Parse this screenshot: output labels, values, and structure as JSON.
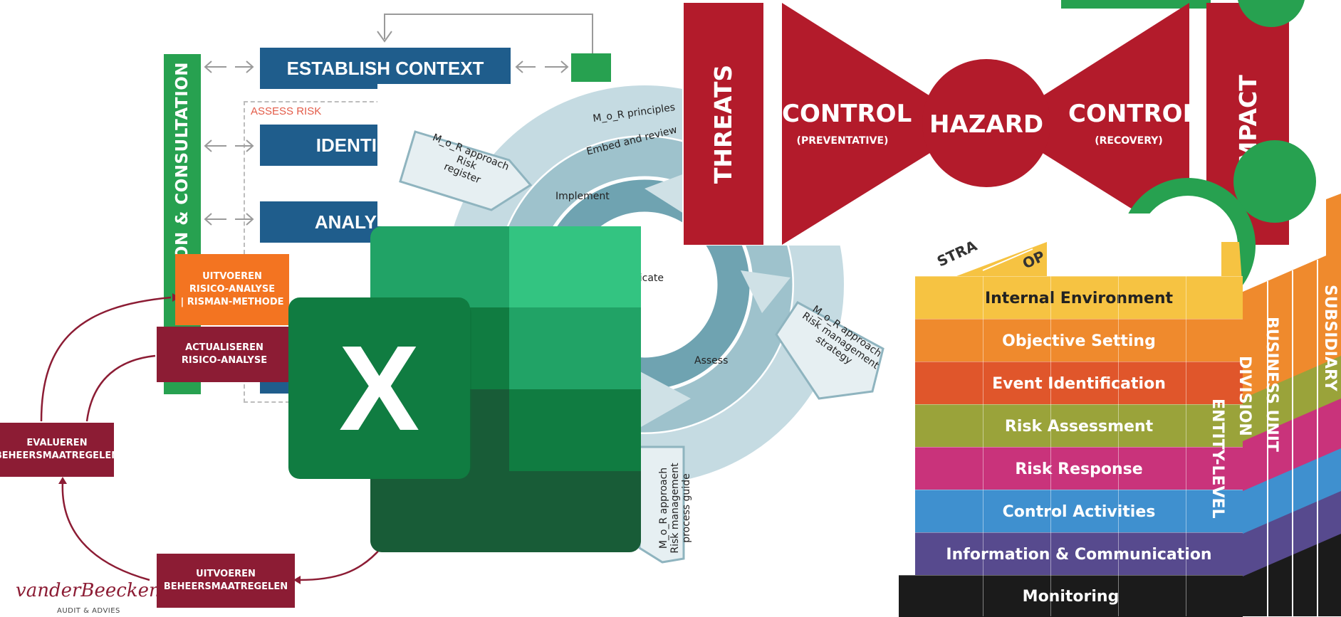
{
  "iso": {
    "establish_context": "ESTABLISH CONTEXT",
    "assess_risk": "ASSESS RISK",
    "identify_partial": "IDENTI",
    "analyse_partial": "ANALY",
    "vertical_label": "ON & CONSULTATION"
  },
  "mor": {
    "principles": "M_o_R principles",
    "embed_review": "Embed and review",
    "implement": "Implement",
    "communicate_partial": "unicate",
    "assess": "Assess",
    "card_top_left": "M_o_R approach\nRisk\nregister",
    "card_right": "M_o_R approach\nRisk management\nstrategy",
    "card_bottom": "M_o_R approach\nRisk management\nprocess guide"
  },
  "risman": {
    "box_orange": [
      "UITVOEREN",
      "RISICO-ANALYSE",
      "| RISMAN-METHODE"
    ],
    "box_actualiseren": [
      "ACTUALISEREN",
      "RISICO-ANALYSE"
    ],
    "box_evalueren": [
      "EVALUEREN",
      "BEHEERSMAATREGELEN"
    ],
    "box_uitvoeren": [
      "UITVOEREN",
      "BEHEERSMAATREGELEN"
    ],
    "logo_text": "vanderBeecken",
    "logo_sub": "AUDIT & ADVIES"
  },
  "bowtie": {
    "threats": "THREATS",
    "control_left": "CONTROL",
    "control_left_sub": "(PREVENTATIVE)",
    "hazard": "HAZARD",
    "control_right": "CONTROL",
    "control_right_sub": "(RECOVERY)",
    "impact": "IMPACT"
  },
  "coso": {
    "rows": [
      {
        "label": "Internal Environment",
        "color": "#f6c342"
      },
      {
        "label": "Objective Setting",
        "color": "#ef8a2d"
      },
      {
        "label": "Event Identification",
        "color": "#e0562b"
      },
      {
        "label": "Risk Assessment",
        "color": "#9aa33a"
      },
      {
        "label": "Risk Response",
        "color": "#c9337b"
      },
      {
        "label": "Control Activities",
        "color": "#3f90cf"
      },
      {
        "label": "Information & Communication",
        "color": "#574a8e"
      },
      {
        "label": "Monitoring",
        "color": "#1b1b1b"
      }
    ],
    "side_labels": [
      "ENTITY-LEVEL",
      "DIVISION",
      "BUSINESS UNIT",
      "SUBSIDIARY"
    ],
    "top_labels": [
      "STRA",
      "OP"
    ]
  },
  "excel": {
    "letter": "X"
  }
}
